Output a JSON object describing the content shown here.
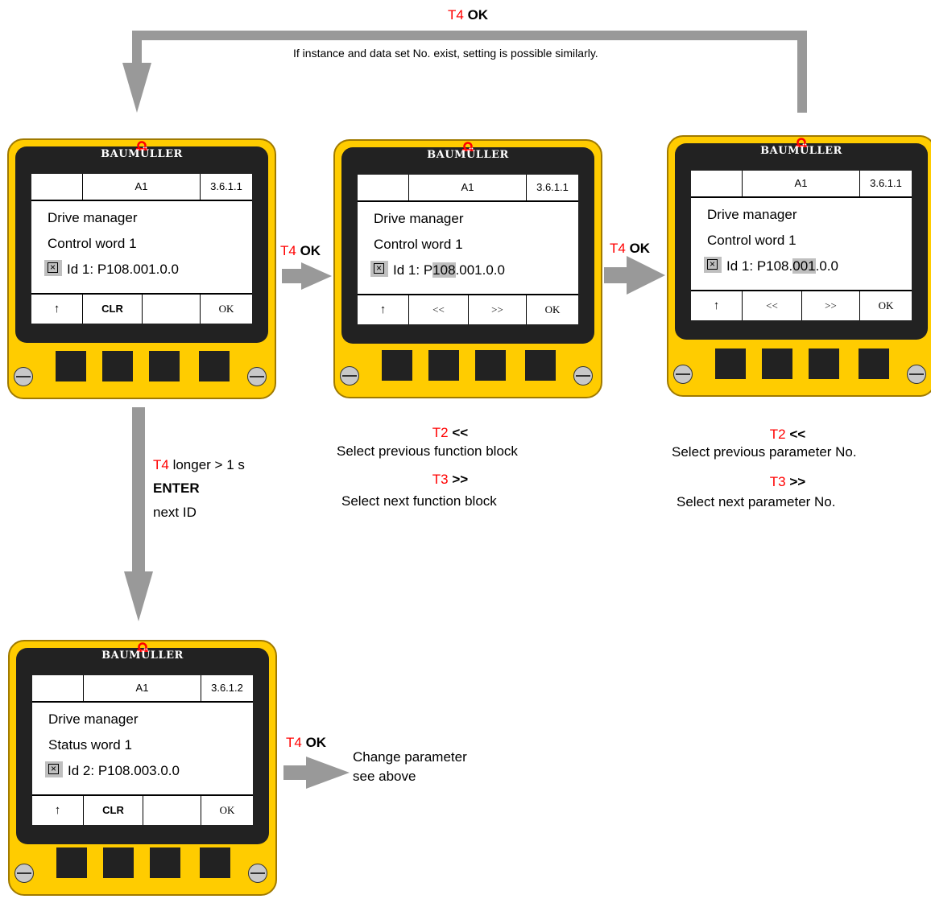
{
  "top": {
    "key": "T4",
    "action": "OK",
    "note": "If instance and data set No. exist, setting is possible similarly."
  },
  "logo": "BAUMÜLLER",
  "devices": [
    {
      "header": [
        "",
        "A1",
        "3.6.1.1"
      ],
      "line1": "Drive manager",
      "line2": "Control word 1",
      "id_prefix": "Id 1: ",
      "id_pre": "",
      "id_hl": "",
      "id_post": "P108.001.0.0",
      "footer": [
        "↑",
        "CLR",
        "",
        "OK"
      ]
    },
    {
      "header": [
        "",
        "A1",
        "3.6.1.1"
      ],
      "line1": "Drive manager",
      "line2": "Control word 1",
      "id_prefix": "Id 1: ",
      "id_pre": "P",
      "id_hl": "108",
      "id_post": ".001.0.0",
      "footer": [
        "↑",
        "<<",
        ">>",
        "OK"
      ]
    },
    {
      "header": [
        "",
        "A1",
        "3.6.1.1"
      ],
      "line1": "Drive manager",
      "line2": "Control word 1",
      "id_prefix": "Id 1: ",
      "id_pre": "P108.",
      "id_hl": "001",
      "id_post": ".0.0",
      "footer": [
        "↑",
        "<<",
        ">>",
        "OK"
      ]
    },
    {
      "header": [
        "",
        "A1",
        "3.6.1.2"
      ],
      "line1": "Drive manager",
      "line2": "Status word 1",
      "id_prefix": "Id 2: ",
      "id_pre": "",
      "id_hl": "",
      "id_post": "P108.003.0.0",
      "footer": [
        "↑",
        "CLR",
        "",
        "OK"
      ]
    }
  ],
  "arrow1": {
    "key": "T4",
    "action": "OK"
  },
  "arrow2": {
    "key": "T4",
    "action": "OK"
  },
  "arrow3": {
    "key": "T4",
    "action": "OK",
    "text1": "Change parameter",
    "text2": "see above"
  },
  "down": {
    "key": "T4",
    "text": "longer > 1 s",
    "enter": "ENTER",
    "next": "next ID"
  },
  "fb": {
    "t2key": "T2",
    "t2sym": "<<",
    "t2text": "Select previous function block",
    "t3key": "T3",
    "t3sym": ">>",
    "t3text": "Select next function block"
  },
  "pn": {
    "t2key": "T2",
    "t2sym": "<<",
    "t2text": "Select previous parameter No.",
    "t3key": "T3",
    "t3sym": ">>",
    "t3text": "Select next parameter No."
  },
  "colors": {
    "device": "#ffcc00",
    "bezel": "#222222",
    "arrow": "#999999",
    "highlight": "#bfbfbf",
    "key_label": "#ff0000"
  }
}
